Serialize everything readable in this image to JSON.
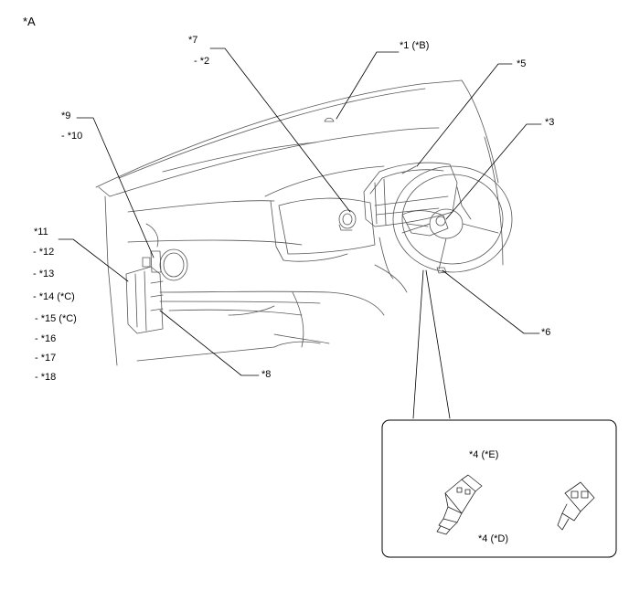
{
  "figure": {
    "view_label": "*A",
    "callouts": [
      {
        "id": "c1",
        "text": "*1 (*B)"
      },
      {
        "id": "c7",
        "text": "*7"
      },
      {
        "id": "c2",
        "text": "- *2"
      },
      {
        "id": "c5",
        "text": "*5"
      },
      {
        "id": "c3",
        "text": "*3"
      },
      {
        "id": "c9",
        "text": "*9"
      },
      {
        "id": "c10",
        "text": "- *10"
      },
      {
        "id": "c11",
        "text": "*11"
      },
      {
        "id": "c12",
        "text": "- *12"
      },
      {
        "id": "c13",
        "text": "- *13"
      },
      {
        "id": "c14",
        "text": "- *14 (*C)"
      },
      {
        "id": "c15",
        "text": "- *15 (*C)"
      },
      {
        "id": "c16",
        "text": "- *16"
      },
      {
        "id": "c17",
        "text": "- *17"
      },
      {
        "id": "c18",
        "text": "- *18"
      },
      {
        "id": "c6",
        "text": "*6"
      },
      {
        "id": "c8",
        "text": "*8"
      },
      {
        "id": "c4e",
        "text": "*4 (*E)"
      },
      {
        "id": "c4d",
        "text": "*4 (*D)"
      }
    ]
  }
}
